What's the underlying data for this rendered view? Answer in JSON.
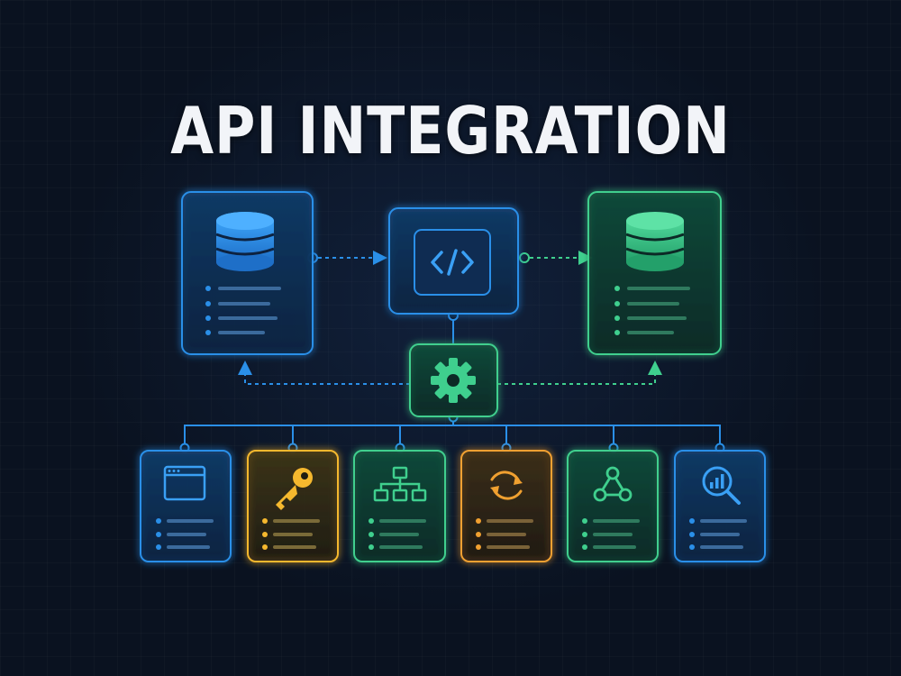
{
  "title": "API INTEGRATION",
  "colors": {
    "blue": "#2a8fe8",
    "green": "#3fcf8e",
    "yellow": "#f5b82e",
    "orange": "#f0a030",
    "background": "#0a1220"
  },
  "top_nodes": [
    {
      "id": "source-database",
      "icon": "database-icon",
      "color": "blue"
    },
    {
      "id": "api-code",
      "icon": "code-brackets-icon",
      "color": "blue"
    },
    {
      "id": "target-database",
      "icon": "database-icon",
      "color": "green"
    }
  ],
  "hub": {
    "id": "settings-hub",
    "icon": "gear-icon",
    "color": "green"
  },
  "bottom_cards": [
    {
      "id": "browser-window",
      "icon": "browser-window-icon",
      "color": "blue"
    },
    {
      "id": "api-key",
      "icon": "key-icon",
      "color": "yellow"
    },
    {
      "id": "hierarchy",
      "icon": "hierarchy-icon",
      "color": "green"
    },
    {
      "id": "sync",
      "icon": "sync-icon",
      "color": "orange"
    },
    {
      "id": "webhook",
      "icon": "webhook-icon",
      "color": "green"
    },
    {
      "id": "analytics-search",
      "icon": "analytics-search-icon",
      "color": "blue"
    }
  ]
}
